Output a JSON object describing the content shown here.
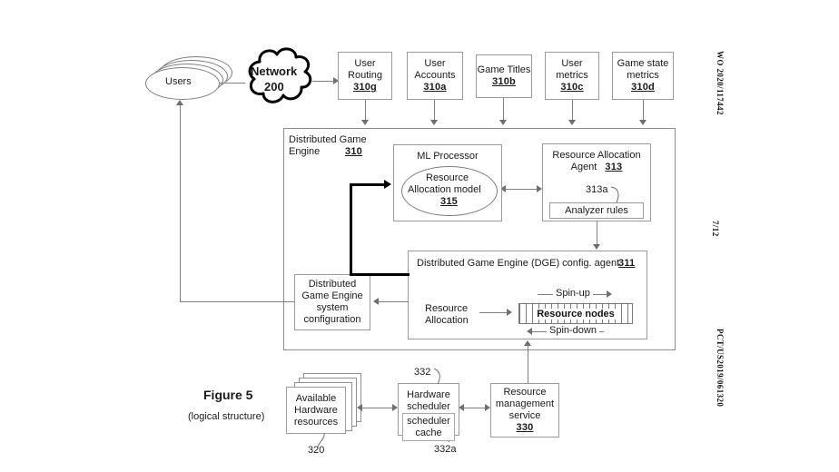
{
  "figure": {
    "title": "Figure 5",
    "subtitle": "(logical structure)"
  },
  "margin": {
    "publication_number": "WO 2020/117442",
    "page_number": "7/12",
    "application_number": "PCT/US2019/061320"
  },
  "actors": {
    "users": {
      "label": "Users"
    },
    "network": {
      "label": "Network",
      "ref": "200"
    }
  },
  "top_sources": [
    {
      "name": "user-routing",
      "line1": "User",
      "line2": "Routing",
      "ref": "310g"
    },
    {
      "name": "user-accounts",
      "line1": "User",
      "line2": "Accounts",
      "ref": "310a"
    },
    {
      "name": "game-titles",
      "line1": "Game Titles",
      "line2": "",
      "ref": "310b"
    },
    {
      "name": "user-metrics",
      "line1": "User",
      "line2": "metrics",
      "ref": "310c"
    },
    {
      "name": "game-state-metrics",
      "line1": "Game state",
      "line2": "metrics",
      "ref": "310d"
    }
  ],
  "dge": {
    "title_line1": "Distributed Game",
    "title_line2": "Engine",
    "ref": "310",
    "ml_processor": {
      "title": "ML Processor",
      "model_line1": "Resource",
      "model_line2": "Allocation model",
      "model_ref": "315"
    },
    "allocation_agent": {
      "title_line1": "Resource Allocation",
      "title_line2": "Agent",
      "ref": "313",
      "analyzer_rules_label": "Analyzer rules",
      "analyzer_rules_ref": "313a"
    },
    "config_agent": {
      "title": "Distributed Game Engine (DGE) config. agent",
      "ref": "311",
      "resource_allocation_line1": "Resource",
      "resource_allocation_line2": "Allocation",
      "resource_nodes_label": "Resource nodes",
      "spin_up_label": "Spin-up",
      "spin_down_label": "Spin-down"
    },
    "system_configuration": {
      "line1": "Distributed",
      "line2": "Game Engine",
      "line3": "system",
      "line4": "configuration"
    }
  },
  "bottom": {
    "hardware_resources": {
      "line1": "Available",
      "line2": "Hardware",
      "line3": "resources",
      "ref": "320"
    },
    "hardware_scheduler": {
      "line1": "Hardware",
      "line2": "scheduler",
      "ref": "332",
      "cache_line1": "scheduler",
      "cache_line2": "cache",
      "cache_ref": "332a"
    },
    "resource_management_service": {
      "line1": "Resource",
      "line2": "management",
      "line3": "service",
      "ref": "330"
    }
  },
  "colors": {
    "line": "#808080",
    "box_border": "#9a9a9a",
    "text": "#1a1a1a",
    "thick_line": "#000000"
  }
}
